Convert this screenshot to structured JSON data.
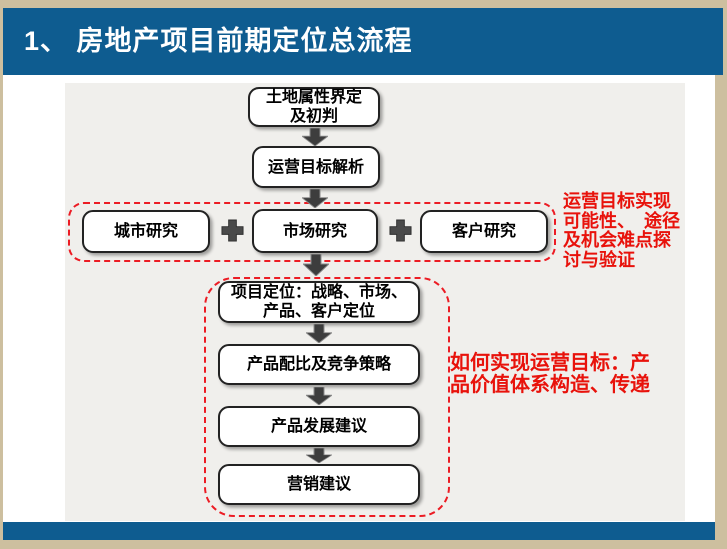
{
  "slide": {
    "title": "1、 房地产项目前期定位总流程"
  },
  "flowchart": {
    "boxes": {
      "land": "土地属性界定\n及初判",
      "goal": "运营目标解析",
      "city": "城市研究",
      "market": "市场研究",
      "customer": "客户研究",
      "positioning": "项目定位：战略、市场、\n产品、客户定位",
      "mix": "产品配比及竞争策略",
      "dev": "产品发展建议",
      "marketing": "营销建议"
    },
    "notes": {
      "research": "运营目标实现\n可能性、　途径\n及机会难点探\n讨与验证",
      "positioning": "如何实现运营目标：产\n品价值体系构造、传递"
    }
  },
  "colors": {
    "header_blue": "#0e5c90",
    "background_tan": "#cdbf9f",
    "panel_gray": "#f0efec",
    "box_border_black": "#222222",
    "dashed_red": "#ec1c24",
    "note_red": "#e8120b",
    "arrow_gray": "#3d3d3d",
    "plus_gray": "#4a4a4a"
  }
}
